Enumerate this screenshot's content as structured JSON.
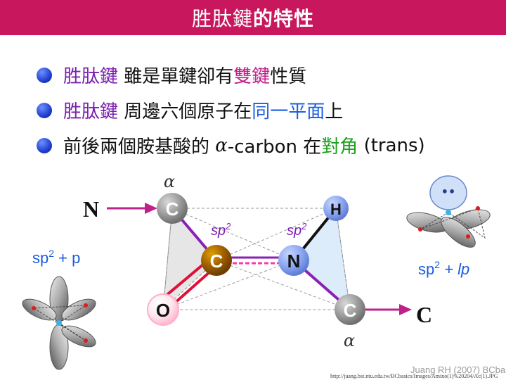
{
  "header": {
    "title_normal": "胜肽鍵",
    "title_bold": "的特性"
  },
  "bullets": [
    {
      "parts": [
        "胜肽鍵",
        " 雖是單鍵卻有",
        "雙鍵",
        "性質"
      ]
    },
    {
      "parts": [
        "胜肽鍵",
        " 周邊六個原子在",
        "同一平面",
        "上"
      ]
    },
    {
      "parts": [
        "前後兩個胺基酸的 ",
        "α",
        "-carbon 在",
        "對角",
        " (trans)"
      ]
    }
  ],
  "diagram": {
    "alpha_top": "α",
    "alpha_bottom": "α",
    "atom_c_alpha1": "C",
    "atom_c_carbonyl": "C",
    "atom_n": "N",
    "atom_h": "H",
    "atom_o": "O",
    "atom_c_alpha2": "C",
    "label_n_left": "N",
    "label_c_right": "C",
    "sp2_left": "sp",
    "sp2_left_sup": "2",
    "sp2_right": "sp",
    "sp2_right_sup": "2",
    "hybrid_left": "sp",
    "hybrid_left_sup": "2",
    "hybrid_left_rest": " + p",
    "hybrid_right": "sp",
    "hybrid_right_sup": "2",
    "hybrid_right_rest": " + lp",
    "lone_pair": "••"
  },
  "footer": {
    "url": "http://juang.bst.ntu.edu.tw/BCbasics/Images/Amino(1)%20204/Ac(1).JPG",
    "credit": "Juang RH (2007) BCbasics"
  },
  "colors": {
    "header": "#c8175d",
    "purple": "#7a1fb0",
    "magenta": "#c0208a",
    "blue": "#1c5de0",
    "green": "#1aa01a",
    "double_bond": "#e0103a"
  }
}
